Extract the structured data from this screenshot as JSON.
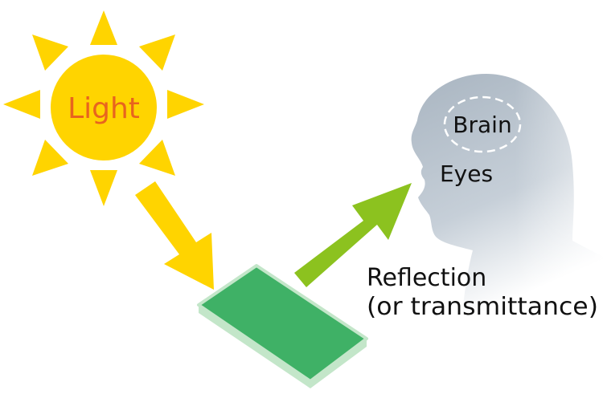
{
  "sun": {
    "label": "Light",
    "color": "#ffd400",
    "label_color": "#e8641e"
  },
  "head": {
    "brain_label": "Brain",
    "eyes_label": "Eyes",
    "color": "#a9b5c1"
  },
  "reflection": {
    "line1": "Reflection",
    "line2": "(or transmittance)"
  },
  "incoming_arrow": {
    "color": "#ffd400"
  },
  "reflected_arrow": {
    "color": "#8cc21f"
  },
  "object": {
    "color": "#3fb166",
    "edge_color": "#c3e6c9"
  }
}
